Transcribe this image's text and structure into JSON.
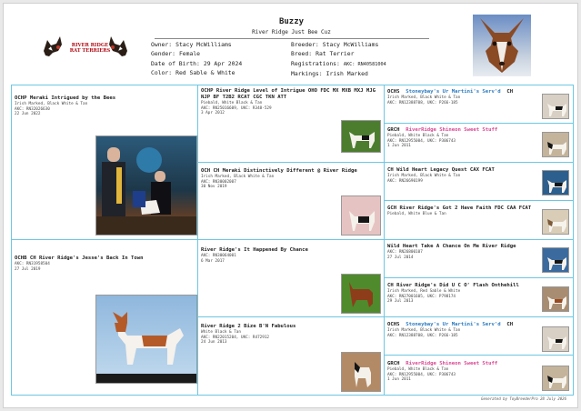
{
  "logo": {
    "line1": "RIVER RIDGE",
    "line2": "RAT TERRIERS"
  },
  "header": {
    "dog_name": "Buzzy",
    "registered_name": "River Ridge Just Bee Cuz"
  },
  "info_left": [
    {
      "label": "Owner:",
      "value": "Stacy McWilliams"
    },
    {
      "label": "Gender:",
      "value": "Female"
    },
    {
      "label": "Date of Birth:",
      "value": "29 Apr 2024"
    },
    {
      "label": "Color:",
      "value": "Red Sable & White"
    }
  ],
  "info_right": [
    {
      "label": "Breeder:",
      "value": "Stacy McWilliams"
    },
    {
      "label": "Breed:",
      "value": "Rat Terrier"
    },
    {
      "label": "Registrations:",
      "value": "AKC: RN40581004"
    },
    {
      "label": "Markings:",
      "value": "Irish Marked"
    }
  ],
  "pedigree": {
    "sire": {
      "name": "OCHP  Meraki Intrigued by the Bees",
      "details": [
        "Irish Marked, Black White & Tan",
        "AKC: RN32026630",
        "22 Jun 2022"
      ]
    },
    "dam": {
      "name": "OCHB CH  River Ridge's Jesse's Back In Town",
      "details": [
        "AKC: RN31958504",
        "27 Jul 2019"
      ]
    },
    "ss": {
      "name": "OCHP  River Ridge Level of Intrigue  OHO FDC MX MXB MXJ MJG NJP BF T2B2 RCAT CGC TKN ATT",
      "details": [
        "Piebald, White Black & Tan",
        "AKC: RN25016609, UKC: R348-529",
        "3 Apr 2012"
      ]
    },
    "sd": {
      "name": "OCH CH  Meraki Distinctively Different @ River Ridge",
      "details": [
        "Irish Marked, Black White & Tan",
        "AKC: RN30002007",
        "30 Nov 2019"
      ]
    },
    "ds": {
      "name": "River Ridge's It Happened By Chance",
      "details": [
        "AKC: RN30064001",
        "6 Mar 2017"
      ]
    },
    "dd": {
      "name": "River Ridge 2 Bize B'N Fabulous",
      "details": [
        "White Black & Tan",
        "AKC: RN22015204, UKC: R472912",
        "24 Jun 2013"
      ]
    },
    "g1": {
      "prefix": "OCHS",
      "name": "Stoneybay's Ur Martini's Serv'd",
      "suffix": "CH",
      "details": [
        "Irish Marked, Black White & Tan",
        "AKC: RN12388708, UKC: P266-185"
      ]
    },
    "g2": {
      "prefix": "GRCH",
      "name": "RiverRidge Shineon Sweet Stuff",
      "suffix": "",
      "details": [
        "Piebald, White Black & Tan",
        "AKC: RN12955004, UKC: P306743",
        "1 Jun 2011"
      ]
    },
    "g3": {
      "name": "CH  Wild Heart Legacy Quest  CAX FCAT",
      "details": [
        "Irish Marked, Black White & Tan",
        "AKC: RN26690199"
      ]
    },
    "g4": {
      "name": "GCH  River Ridge's Got 2 Have Faith  FDC CAA FCAT",
      "details": [
        "Piebald, White Blue & Tan"
      ]
    },
    "g5": {
      "name": "Wild Heart Take A Chance On Me River Ridge",
      "details": [
        "AKC: RN26800107",
        "27 Jul 2014"
      ]
    },
    "g6": {
      "name": "CH  River Ridge's Did U C O' Flash Onthehill",
      "details": [
        "Irish Marked, Red Sable & White",
        "AKC: RN27001605, UKC: P798174",
        "29 Jul 2013"
      ]
    },
    "g7": {
      "prefix": "OCHS",
      "name": "Stoneybay's Ur Martini's Serv'd",
      "suffix": "CH",
      "details": [
        "Irish Marked, Black White & Tan",
        "AKC: RN12388708, UKC: P266-185"
      ]
    },
    "g8": {
      "prefix": "GRCH",
      "name": "RiverRidge Shineon Sweet Stuff",
      "suffix": "",
      "details": [
        "Piebald, White Black & Tan",
        "AKC: RN12955004, UKC: P306743",
        "1 Jun 2011"
      ]
    }
  },
  "footer": "Generated by ToyBreederPro  28 July 2026",
  "colors": {
    "grid": "#6dc7e3",
    "title_pink": "#d94692",
    "title_blue": "#2a7ac0",
    "logo_red": "#b3121b"
  }
}
